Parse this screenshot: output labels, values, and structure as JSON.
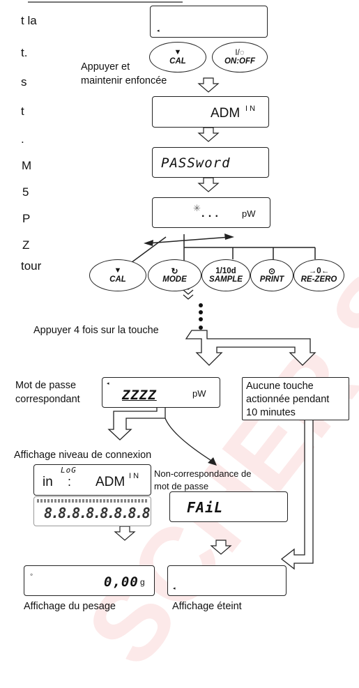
{
  "left_cut": [
    "t la",
    "t.",
    "s",
    "t",
    ".",
    "M",
    "5",
    "P",
    "Z",
    "tour"
  ],
  "labels": {
    "press_hold_1": "Appuyer et",
    "press_hold_2": "maintenir enfoncée",
    "press_4": "Appuyer 4 fois sur la touche",
    "pw_match_1": "Mot de passe",
    "pw_match_2": "correspondant",
    "no_key_1": "Aucune touche",
    "no_key_2": "actionnée pendant",
    "no_key_3": "10 minutes",
    "conn_level": "Affichage niveau de connexion",
    "mismatch_1": "Non-correspondance de",
    "mismatch_2": "mot de passe",
    "weighing": "Affichage du pesage",
    "off": "Affichage éteint"
  },
  "displays": {
    "adm": "ADM",
    "adm_sup": "I N",
    "password": "PASSword",
    "pw_unit": "pW",
    "dots": "· · ·",
    "zzzz": "ZZZZ",
    "log": "LoG",
    "in": "in",
    "colon": ":",
    "fail": "FAiL",
    "weight": "0,00",
    "weight_unit": "g",
    "segs": "8.8.8.8.8.8.8.8"
  },
  "buttons": {
    "cal": "CAL",
    "onoff_top": "I/◌",
    "onoff": "ON:OFF",
    "mode": "MODE",
    "sample_top": "1/10d",
    "sample": "SAMPLE",
    "print": "PRINT",
    "rezero_top": "→0←",
    "rezero": "RE-ZERO"
  },
  "watermark": "SCHER SAS"
}
